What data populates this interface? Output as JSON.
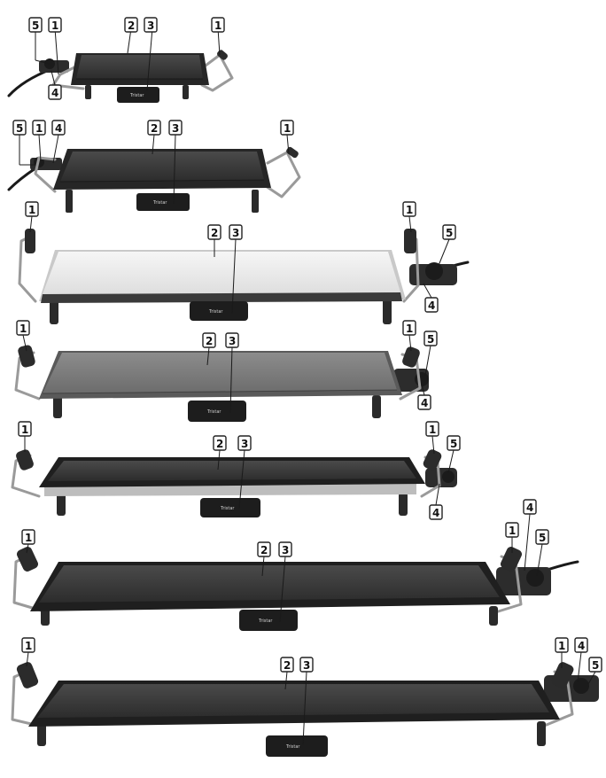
{
  "labels": {
    "handle": "1",
    "plate": "2",
    "drip_tray": "3",
    "thermostat": "4",
    "plug": "5"
  },
  "brand": "Tristar",
  "colors": {
    "dark_plate": "#3a3a3a",
    "dark_rim": "#262626",
    "light_plate": "#ededed",
    "light_rim": "#c9c9c9",
    "grey_plate": "#7c7c7c",
    "grey_rim": "#5a5a5a"
  },
  "models": [
    {
      "plate_color": "dark",
      "callouts": [
        "5",
        "1",
        "2",
        "3",
        "1"
      ],
      "lower": [
        "4"
      ]
    },
    {
      "plate_color": "dark",
      "callouts": [
        "5",
        "1",
        "4",
        "2",
        "3",
        "1"
      ],
      "lower": []
    },
    {
      "plate_color": "light",
      "callouts": [
        "1",
        "2",
        "3",
        "1",
        "5"
      ],
      "lower": [
        "4"
      ]
    },
    {
      "plate_color": "grey",
      "callouts": [
        "1",
        "2",
        "3",
        "1",
        "5"
      ],
      "lower": [
        "4"
      ]
    },
    {
      "plate_color": "dark",
      "callouts": [
        "1",
        "2",
        "3",
        "1",
        "5"
      ],
      "lower": [
        "4"
      ]
    },
    {
      "plate_color": "dark",
      "callouts": [
        "1",
        "2",
        "3",
        "1",
        "4",
        "5"
      ],
      "lower": []
    },
    {
      "plate_color": "dark",
      "callouts": [
        "1",
        "2",
        "3",
        "1",
        "4",
        "5"
      ],
      "lower": []
    }
  ]
}
